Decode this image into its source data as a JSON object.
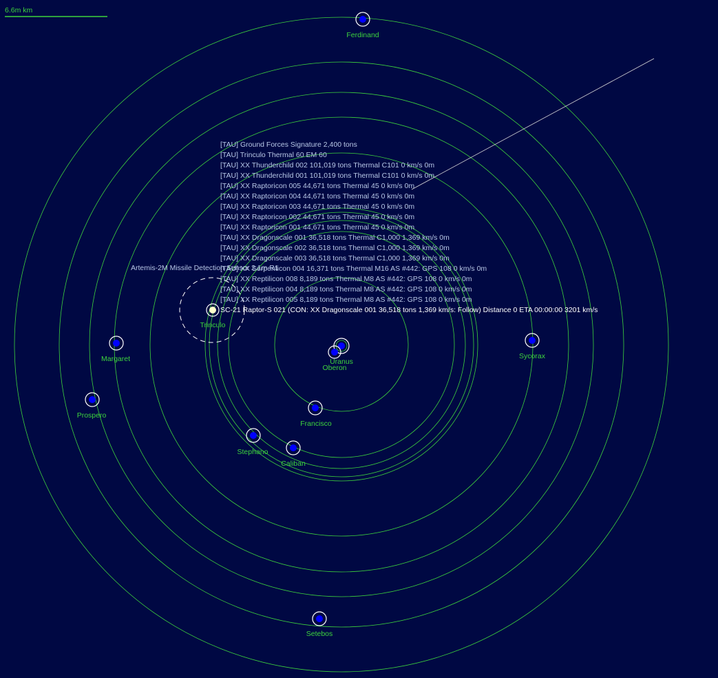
{
  "scale": {
    "label": "6.6m km"
  },
  "colors": {
    "background": "#000843",
    "orbit": "#3dd33d",
    "body_fill": "#0000ff",
    "body_ring": "#ffffff",
    "label_green": "#3dd33d",
    "contact_text": "#b8c7e6",
    "fleet_text": "#ffffff"
  },
  "bodies": [
    {
      "name": "Ferdinand",
      "icon": "moon-marker-icon"
    },
    {
      "name": "Sycorax",
      "icon": "moon-marker-icon"
    },
    {
      "name": "Margaret",
      "icon": "moon-marker-icon"
    },
    {
      "name": "Prospero",
      "icon": "moon-marker-icon"
    },
    {
      "name": "Francisco",
      "icon": "moon-marker-icon"
    },
    {
      "name": "Stephano",
      "icon": "moon-marker-icon"
    },
    {
      "name": "Caliban",
      "icon": "moon-marker-icon"
    },
    {
      "name": "Setebos",
      "icon": "moon-marker-icon"
    },
    {
      "name": "Uranus",
      "icon": "planet-marker-icon"
    },
    {
      "name": "Oberon",
      "icon": "moon-marker-icon"
    },
    {
      "name": "Trinculo",
      "icon": "moon-marker-icon"
    }
  ],
  "sensor": {
    "label": "Artemis-2M Missile Detection Sensor  2.1m  R1"
  },
  "contacts": [
    "[TAU]  Ground Forces Signature 2,400 tons",
    "[TAU]  Trinculo   Thermal 60   EM 60",
    "[TAU]  XX Thunderchild 002  101,019 tons   Thermal C101   0 km/s  0m",
    "[TAU]  XX Thunderchild 001  101,019 tons   Thermal C101   0 km/s  0m",
    "[TAU]  XX Raptoricon 005  44,671 tons   Thermal 45   0 km/s  0m",
    "[TAU]  XX Raptoricon 004  44,671 tons   Thermal 45   0 km/s  0m",
    "[TAU]  XX Raptoricon 003  44,671 tons   Thermal 45   0 km/s  0m",
    "[TAU]  XX Raptoricon 002  44,671 tons   Thermal 45   0 km/s  0m",
    "[TAU]  XX Raptoricon 001  44,671 tons   Thermal 45   0 km/s  0m",
    "[TAU]  XX Dragonscale 001  36,518 tons   Thermal C1,000   1,369 km/s  0m",
    "[TAU]  XX Dragonscale 002  36,518 tons   Thermal C1,000   1,369 km/s  0m",
    "[TAU]  XX Dragonscale 003  36,518 tons   Thermal C1,000   1,369 km/s  0m",
    "[TAU]  XX Serpenticon 004  16,371 tons   Thermal M16   AS #442: GPS 108   0 km/s  0m",
    "[TAU]  XX Reptilicon 008  8,189 tons   Thermal M8   AS #442: GPS 108   0 km/s  0m",
    "[TAU]  XX Reptilicon 004  8,189 tons   Thermal M8   AS #442: GPS 108   0 km/s  0m",
    "[TAU]  XX Reptilicon 005  8,189 tons   Thermal M8   AS #442: GPS 108   0 km/s  0m"
  ],
  "fleet": {
    "label": "SC-21 Raptor-S 021  (CON: XX Dragonscale 001  36,518 tons   1,369 km/s: Follow)   Distance 0   ETA 00:00:00   3201 km/s",
    "icon": "fleet-marker-icon"
  }
}
